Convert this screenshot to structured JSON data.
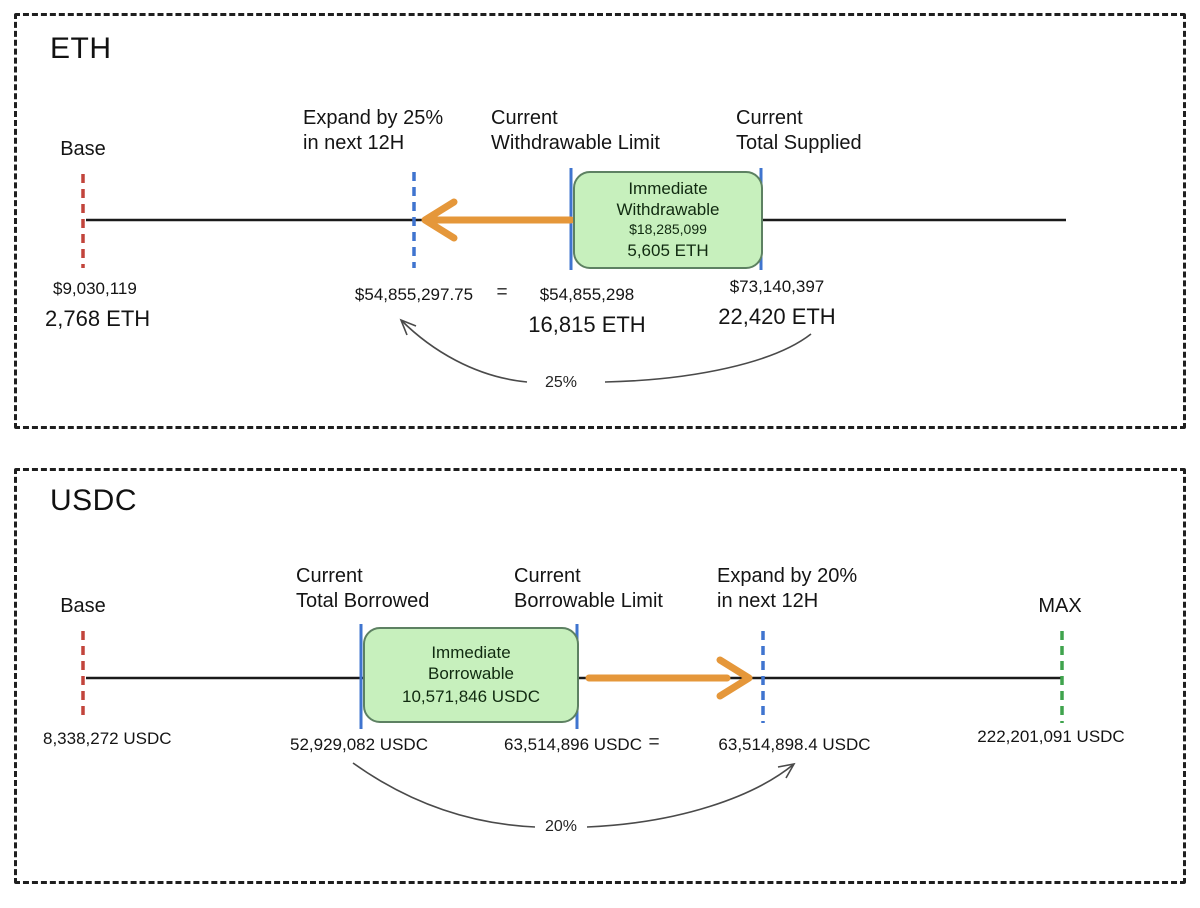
{
  "colors": {
    "panel_border": "#1f1f1f",
    "axis_line": "#1a1a1a",
    "base_marker_red": "#c2443b",
    "blue_marker": "#3f74cf",
    "max_marker_green": "#3fa34d",
    "expand_arrow_orange": "#e5973a",
    "box_fill_green": "#c7f0bd",
    "box_border_green": "#5d8162",
    "annotation_gray": "#4a4a4a"
  },
  "eth": {
    "title": "ETH",
    "labels": {
      "base": "Base",
      "expand": [
        "Expand by 25%",
        "in next 12H"
      ],
      "limit": [
        "Current",
        "Withdrawable Limit"
      ],
      "supplied": [
        "Current",
        "Total Supplied"
      ]
    },
    "box": {
      "title": [
        "Immediate",
        "Withdrawable"
      ],
      "usd": "$18,285,099",
      "amount": "5,605 ETH"
    },
    "values": {
      "base_usd": "$9,030,119",
      "base_amount": "2,768 ETH",
      "expand_usd": "$54,855,297.75",
      "equals": "=",
      "limit_usd": "$54,855,298",
      "limit_amount": "16,815 ETH",
      "supplied_usd": "$73,140,397",
      "supplied_amount": "22,420 ETH",
      "percent": "25%"
    }
  },
  "usdc": {
    "title": "USDC",
    "labels": {
      "base": "Base",
      "borrowed": [
        "Current",
        "Total Borrowed"
      ],
      "limit": [
        "Current",
        "Borrowable Limit"
      ],
      "expand": [
        "Expand by 20%",
        "in next 12H"
      ],
      "max": "MAX"
    },
    "box": {
      "title": [
        "Immediate",
        "Borrowable"
      ],
      "amount": "10,571,846 USDC"
    },
    "values": {
      "base_amount": "8,338,272 USDC",
      "borrowed_amount": "52,929,082 USDC",
      "limit_amount": "63,514,896 USDC",
      "equals": "=",
      "expand_amount": "63,514,898.4 USDC",
      "max_amount": "222,201,091 USDC",
      "percent": "20%"
    }
  }
}
